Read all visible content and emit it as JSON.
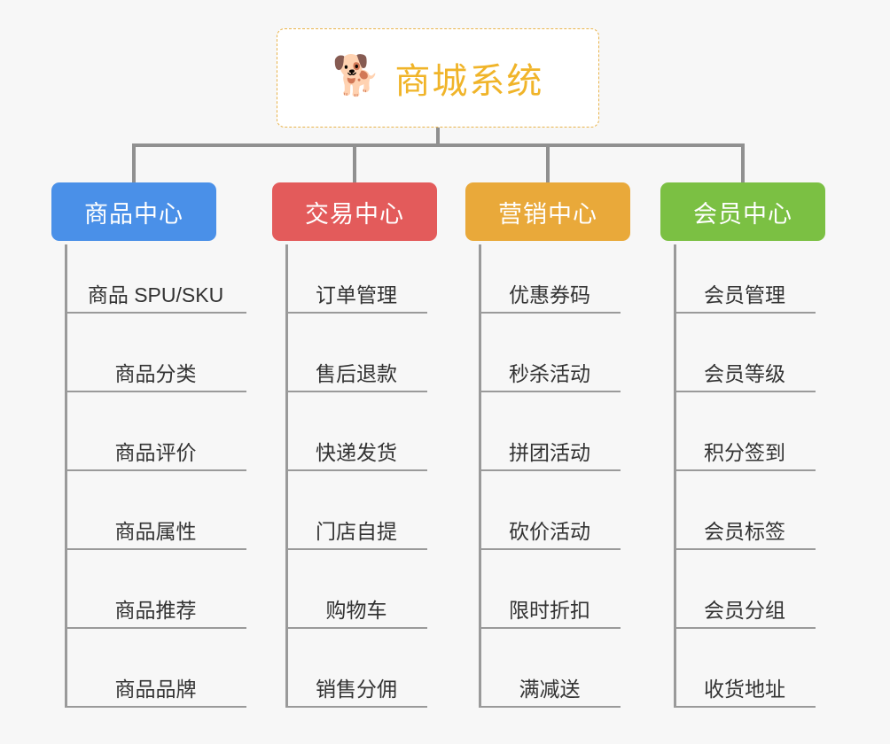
{
  "root": {
    "icon": "shiba-dog-face-emoji",
    "icon_glyph": "🐕",
    "title": "商城系统",
    "title_color": "#f0b429",
    "border_color": "#e9b44c"
  },
  "connector_color": "#909090",
  "background_color": "#f7f7f7",
  "columns": [
    {
      "header": "商品中心",
      "color": "#4a90e8",
      "items": [
        "商品 SPU/SKU",
        "商品分类",
        "商品评价",
        "商品属性",
        "商品推荐",
        "商品品牌"
      ]
    },
    {
      "header": "交易中心",
      "color": "#e35b5b",
      "items": [
        "订单管理",
        "售后退款",
        "快递发货",
        "门店自提",
        "购物车",
        "销售分佣"
      ]
    },
    {
      "header": "营销中心",
      "color": "#e9a93a",
      "items": [
        "优惠券码",
        "秒杀活动",
        "拼团活动",
        "砍价活动",
        "限时折扣",
        "满减送"
      ]
    },
    {
      "header": "会员中心",
      "color": "#7bc043",
      "items": [
        "会员管理",
        "会员等级",
        "积分签到",
        "会员标签",
        "会员分组",
        "收货地址"
      ]
    }
  ]
}
